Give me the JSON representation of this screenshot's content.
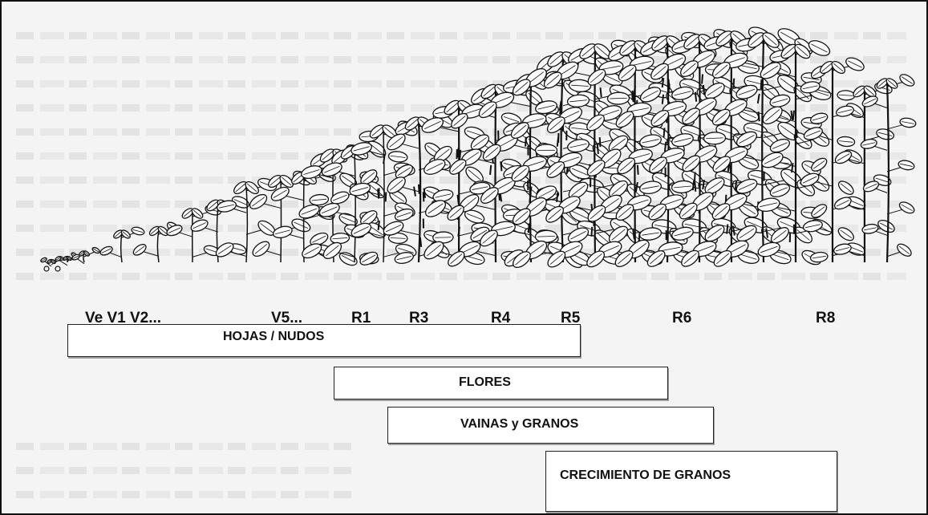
{
  "stages": [
    {
      "id": "ve-v1-v2",
      "label": "Ve V1 V2..."
    },
    {
      "id": "v5",
      "label": "V5..."
    },
    {
      "id": "r1",
      "label": "R1"
    },
    {
      "id": "r3",
      "label": "R3"
    },
    {
      "id": "r4",
      "label": "R4"
    },
    {
      "id": "r5",
      "label": "R5"
    },
    {
      "id": "r6",
      "label": "R6"
    },
    {
      "id": "r8",
      "label": "R8"
    }
  ],
  "phases": [
    {
      "id": "hojas-nudos",
      "label": "HOJAS / NUDOS"
    },
    {
      "id": "flores",
      "label": "FLORES"
    },
    {
      "id": "vainas-granos",
      "label": "VAINAS y GRANOS"
    },
    {
      "id": "crecimiento-granos",
      "label": "CRECIMIENTO DE GRANOS"
    }
  ],
  "colors": {
    "ink": "#111111",
    "background": "#f4f4f4",
    "bar": "#ffffff"
  }
}
